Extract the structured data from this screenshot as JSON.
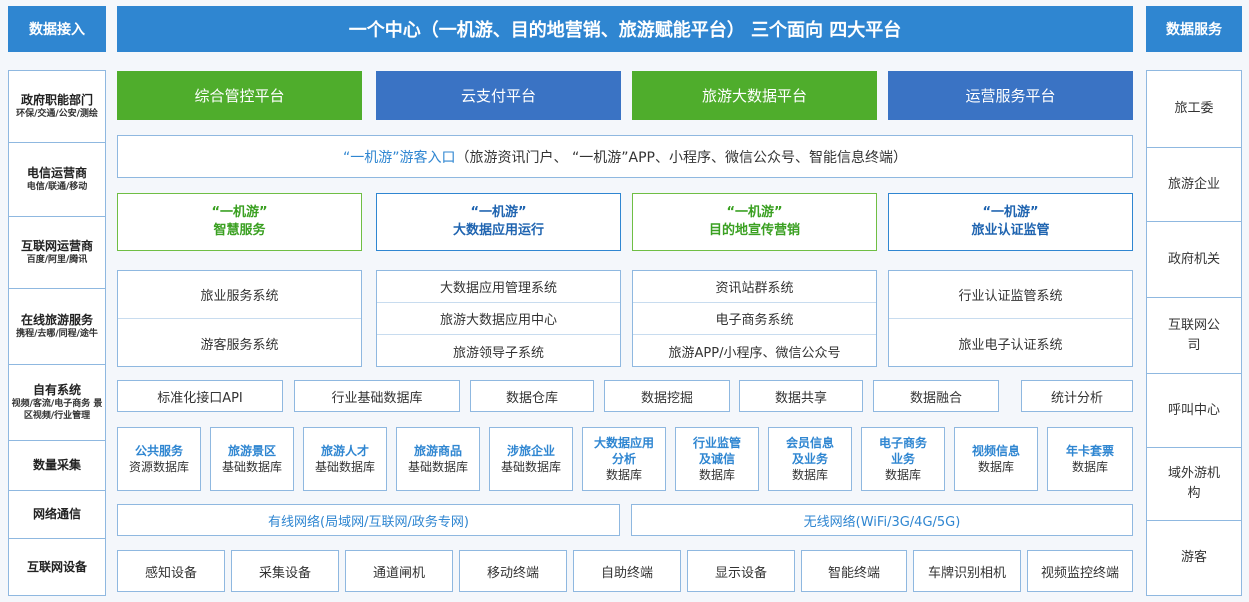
{
  "headers": {
    "left": "数据接入",
    "center": "一个中心（一机游、目的地营销、旅游赋能平台） 三个面向  四大平台",
    "right": "数据服务"
  },
  "left_column": [
    {
      "title": "政府职能部门",
      "sub": "环保/交通/公安/测绘"
    },
    {
      "title": "电信运营商",
      "sub": "电信/联通/移动"
    },
    {
      "title": "互联网运营商",
      "sub": "百度/阿里/腾讯"
    },
    {
      "title": "在线旅游服务",
      "sub": "携程/去哪/同程/途牛"
    },
    {
      "title": "自有系统",
      "sub": "视频/客流/电子商务 景区视频/行业管理"
    },
    {
      "title": "数量采集",
      "sub": ""
    },
    {
      "title": "网络通信",
      "sub": ""
    },
    {
      "title": "互联网设备",
      "sub": ""
    }
  ],
  "right_column": [
    "旅工委",
    "旅游企业",
    "政府机关",
    "互联网公司",
    "呼叫中心",
    "域外游机构",
    "游客"
  ],
  "platforms": [
    "综合管控平台",
    "云支付平台",
    "旅游大数据平台",
    "运营服务平台"
  ],
  "entry": {
    "highlight": "“一机游”游客入口",
    "rest": "（旅游资讯门户、 “一机游”APP、小程序、微信公众号、智能信息终端）"
  },
  "sections": [
    {
      "l1": "“一机游”",
      "l2": "智慧服务"
    },
    {
      "l1": "“一机游”",
      "l2": "大数据应用运行"
    },
    {
      "l1": "“一机游”",
      "l2": "目的地宣传营销"
    },
    {
      "l1": "“一机游”",
      "l2": "旅业认证监管"
    }
  ],
  "systems": [
    [
      "旅业服务系统",
      "游客服务系统"
    ],
    [
      "大数据应用管理系统",
      "旅游大数据应用中心",
      "旅游领导子系统"
    ],
    [
      "资讯站群系统",
      "电子商务系统",
      "旅游APP/小程序、微信公众号"
    ],
    [
      "行业认证监管系统",
      "旅业电子认证系统"
    ]
  ],
  "data_layer": [
    "标准化接口API",
    "行业基础数据库",
    "数据仓库",
    "数据挖掘",
    "数据共享",
    "数据融合",
    "统计分析"
  ],
  "databases": [
    {
      "a": "公共服务",
      "b": "资源数据库"
    },
    {
      "a": "旅游景区",
      "b": "基础数据库"
    },
    {
      "a": "旅游人才",
      "b": "基础数据库"
    },
    {
      "a": "旅游商品",
      "b": "基础数据库"
    },
    {
      "a": "涉旅企业",
      "b": "基础数据库"
    },
    {
      "a": "大数据应用 分析",
      "b": "数据库"
    },
    {
      "a": "行业监管 及诚信",
      "b": "数据库"
    },
    {
      "a": "会员信息 及业务",
      "b": "数据库"
    },
    {
      "a": "电子商务 业务",
      "b": "数据库"
    },
    {
      "a": "视频信息",
      "b": "数据库"
    },
    {
      "a": "年卡套票",
      "b": "数据库"
    }
  ],
  "network": [
    "有线网络(局域网/互联网/政务专网)",
    "无线网络(WiFi/3G/4G/5G)"
  ],
  "devices": [
    "感知设备",
    "采集设备",
    "通道闸机",
    "移动终端",
    "自助终端",
    "显示设备",
    "智能终端",
    "车牌识别相机",
    "视频监控终端"
  ],
  "colors": {
    "blue_header": "#2f86d1",
    "green": "#4fad2c",
    "dark_blue": "#3a73c4",
    "border": "#8fb8e0"
  }
}
